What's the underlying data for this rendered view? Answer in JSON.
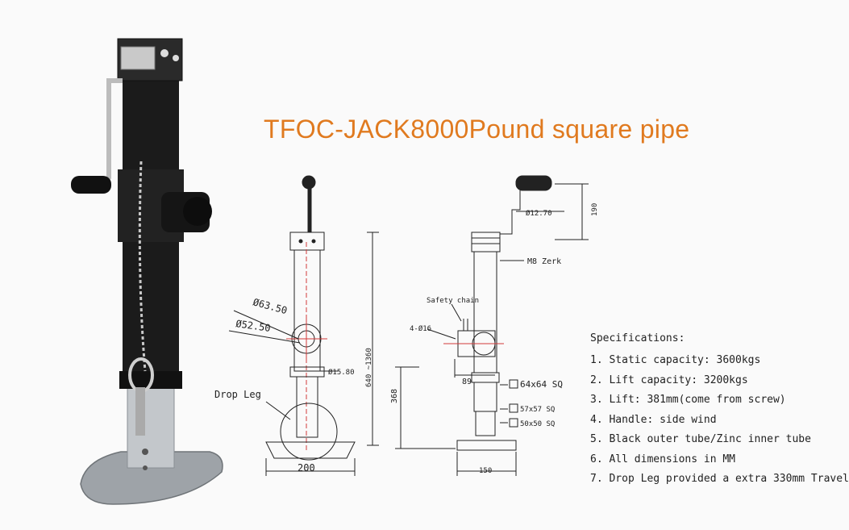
{
  "title": "TFOC-JACK8000Pound square pipe",
  "colors": {
    "title": "#e07a1f",
    "tube": "#1b1b1b",
    "zinc": "#b8bcc0",
    "line": "#222222",
    "redline": "#d23a3a"
  },
  "front_view": {
    "dia_outer": "Ø63.50",
    "dia_inner": "Ø52.50",
    "dia_pin": "Ø15.80",
    "drop_leg": "Drop Leg",
    "width": "200",
    "height_range": "640 ~1360"
  },
  "side_view": {
    "handle_dia": "Ø12.70",
    "handle_len": "190",
    "zerk": "M8 Zerk",
    "safety_chain": "Safety chain",
    "holes": "4-Ø16",
    "offset": "89",
    "foot_height": "368",
    "width": "150",
    "tube_64": "64x64 SQ",
    "tube_57": "57x57 SQ",
    "tube_50": "50x50 SQ"
  },
  "specs": {
    "heading": "Specifications:",
    "items": [
      "1. Static capacity: 3600kgs",
      "2. Lift capacity: 3200kgs",
      "3. Lift: 381mm(come from screw)",
      "4. Handle: side wind",
      "5. Black outer tube/Zinc inner tube",
      "6. All dimensions in MM",
      "7. Drop Leg provided a extra 330mm Travel"
    ]
  }
}
